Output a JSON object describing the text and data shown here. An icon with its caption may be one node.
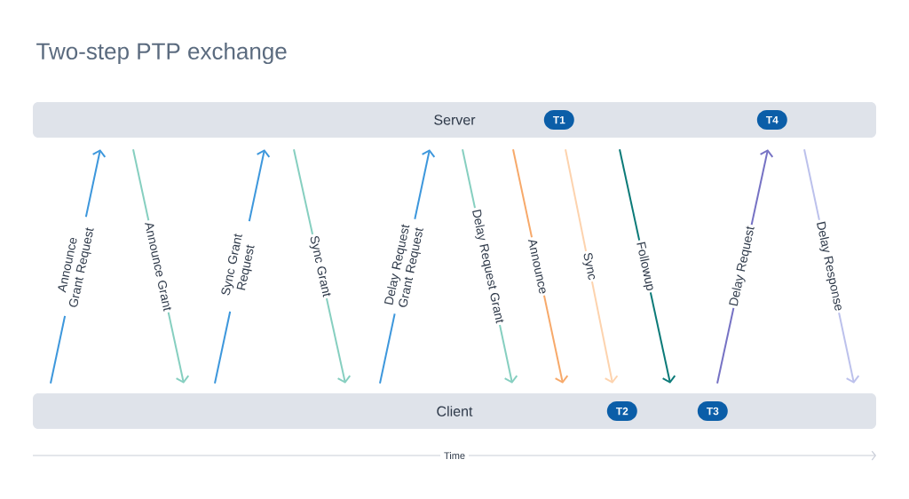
{
  "diagram": {
    "title": "Two-step PTP exchange",
    "nodes": [
      {
        "text": [
          "Server"
        ]
      },
      {
        "text": [
          "T1"
        ],
        "in": 0
      },
      {
        "text": [
          "T4"
        ],
        "in": 0
      },
      {
        "text": [
          "Client"
        ]
      },
      {
        "text": [
          "T2"
        ],
        "in": 3
      },
      {
        "text": [
          "T3"
        ],
        "in": 3
      }
    ],
    "edges": [
      {
        "from": 3,
        "to": 0,
        "arrow": "to",
        "label": "Announce Grant Request",
        "color": "#3d97dc"
      },
      {
        "from": 0,
        "to": 3,
        "arrow": "to",
        "label": "Announce Grant",
        "color": "#86cfc0"
      },
      {
        "from": 3,
        "to": 0,
        "arrow": "to",
        "label": "Sync Grant Request",
        "color": "#3d97dc"
      },
      {
        "from": 0,
        "to": 3,
        "arrow": "to",
        "label": "Sync Grant",
        "color": "#86cfc0"
      },
      {
        "from": 3,
        "to": 0,
        "arrow": "to",
        "label": "Delay Request Grant Request",
        "color": "#3d97dc"
      },
      {
        "from": 0,
        "to": 3,
        "arrow": "to",
        "label": "Delay Request Grant",
        "color": "#86cfc0"
      },
      {
        "from": 0,
        "to": 3,
        "arrow": "to",
        "label": "Announce",
        "color": "#f7a96a"
      },
      {
        "from": 1,
        "to": 4,
        "arrow": "to",
        "label": "Sync",
        "color": "#fdd3ae"
      },
      {
        "from": 0,
        "to": 3,
        "arrow": "to",
        "label": "Followup",
        "color": "#0b7a78"
      },
      {
        "from": 5,
        "to": 2,
        "arrow": "to",
        "label": "Delay Request",
        "color": "#7672c4"
      },
      {
        "from": 0,
        "to": 3,
        "arrow": "to",
        "label": "Delay Response",
        "color": "#bcc1ec"
      }
    ],
    "labels": [
      "Time"
    ]
  }
}
